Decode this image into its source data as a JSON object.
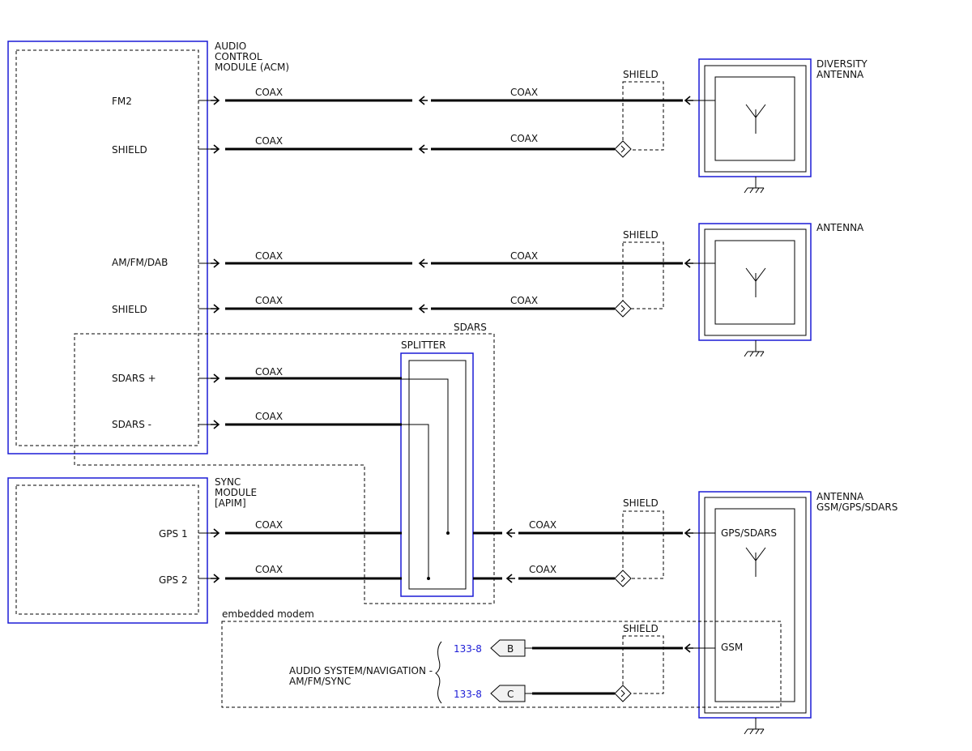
{
  "colors": {
    "module_outline": "#1c1cd6",
    "module_fill": "#f2f2f2",
    "wire": "#000000",
    "xref_text": "#1c1cd6"
  },
  "acm": {
    "title_line1": "AUDIO",
    "title_line2": "CONTROL",
    "title_line3": "MODULE (ACM)",
    "pins": {
      "fm2": "FM2",
      "shield1": "SHIELD",
      "amfmdab": "AM/FM/DAB",
      "shield2": "SHIELD",
      "sdars_plus": "SDARS +",
      "sdars_minus": "SDARS -"
    }
  },
  "sync": {
    "title_line1": "SYNC",
    "title_line2": "MODULE",
    "title_line3": "[APIM]",
    "pins": {
      "gps1": "GPS 1",
      "gps2": "GPS 2"
    }
  },
  "diversity_antenna": {
    "title_line1": "DIVERSITY",
    "title_line2": "ANTENNA"
  },
  "antenna": {
    "title": "ANTENNA"
  },
  "gsm_antenna": {
    "title_line1": "ANTENNA",
    "title_line2": "GSM/GPS/SDARS",
    "pin_gps": "GPS/SDARS",
    "pin_gsm": "GSM"
  },
  "splitter": {
    "group_label": "SDARS",
    "label": "SPLITTER"
  },
  "modem": {
    "label": "embedded modem"
  },
  "wire_label": "COAX",
  "shield_label": "SHIELD",
  "xrefs": {
    "page": "133-8",
    "conn_b": "B",
    "conn_c": "C",
    "note_line1": "AUDIO SYSTEM/NAVIGATION -",
    "note_line2": "AM/FM/SYNC"
  }
}
